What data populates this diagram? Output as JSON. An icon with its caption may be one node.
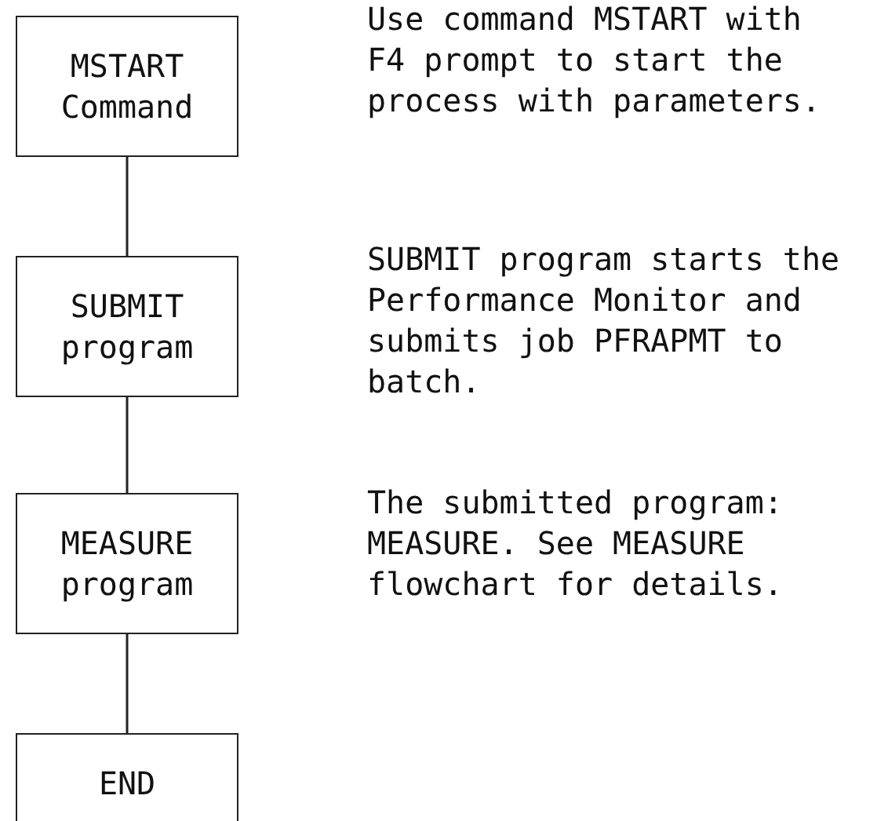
{
  "diagram": {
    "nodes": [
      {
        "text": [
          "MSTART Command"
        ]
      },
      {
        "text": [
          "SUBMIT program"
        ]
      },
      {
        "text": [
          "MEASURE program"
        ]
      },
      {
        "text": [
          "END"
        ]
      }
    ],
    "edges": [
      {
        "from": 0,
        "to": 1,
        "arrow": "none"
      },
      {
        "from": 1,
        "to": 2,
        "arrow": "none"
      },
      {
        "from": 2,
        "to": 3,
        "arrow": "none"
      }
    ],
    "labels": [
      "Use command MSTART with F4 prompt to start the process with parameters.",
      "SUBMIT program starts the Performance Monitor and submits job PFRAPMT to batch.",
      "The submitted program: MEASURE. See MEASURE flowchart for details."
    ]
  }
}
